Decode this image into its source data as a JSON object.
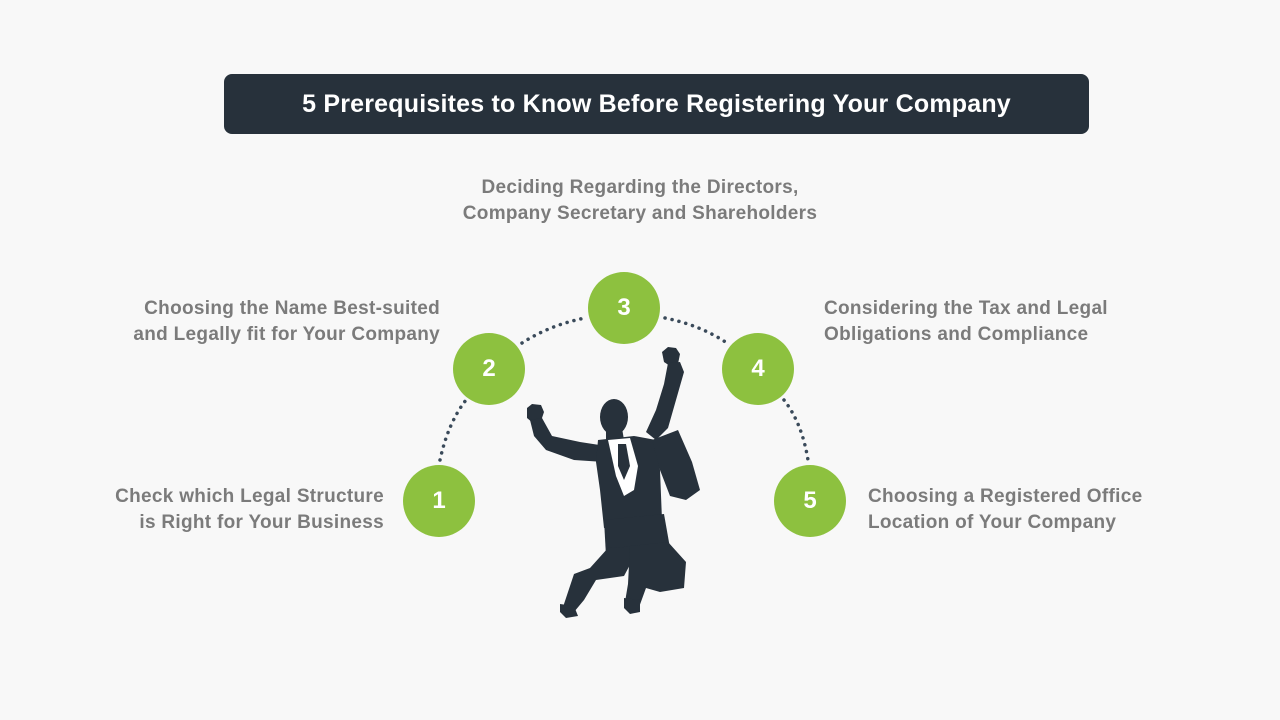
{
  "slide": {
    "title": "5 Prerequisites to Know Before Registering Your Company"
  },
  "colors": {
    "title_bg": "#27313b",
    "circle": "#8dc13f",
    "label_text": "#7b7b7b",
    "figure": "#27313b",
    "connector": "#3a4a5a"
  },
  "steps": [
    {
      "number": "1",
      "label": "Check which Legal Structure\nis Right for Your Business"
    },
    {
      "number": "2",
      "label": "Choosing the Name Best-suited\nand Legally fit for Your Company"
    },
    {
      "number": "3",
      "label": "Deciding Regarding the Directors,\nCompany Secretary and Shareholders"
    },
    {
      "number": "4",
      "label": "Considering the Tax and Legal\nObligations and Compliance"
    },
    {
      "number": "5",
      "label": "Choosing a Registered Office\nLocation of Your Company"
    }
  ],
  "illustration": {
    "icon": "jumping-businessman-icon"
  }
}
